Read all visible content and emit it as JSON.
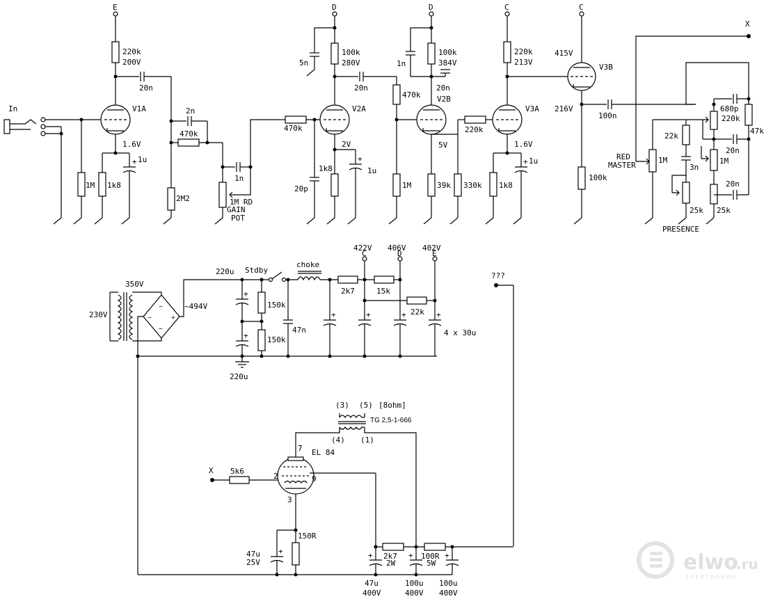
{
  "supply_nodes": {
    "e": "E",
    "d": "D",
    "c": "C",
    "x": "X"
  },
  "preamp": {
    "v1a": {
      "tube": "V1A",
      "plate_res": "220k",
      "plate_v": "200V",
      "coupling": "20n",
      "cathode_v": "1.6V",
      "grid_res": "1M",
      "cathode_res": "1k8",
      "cathode_cap": "1u"
    },
    "input": {
      "label": "In"
    },
    "tone_net": {
      "cap": "2n",
      "res": "470k",
      "res2": "2M2",
      "cap2": "1n",
      "pot": "1M RD",
      "pot_label1": "GAIN",
      "pot_label2": "POT"
    },
    "v2a": {
      "tube": "V2A",
      "grid_res": "470k",
      "plate_res": "100k",
      "plate_v": "280V",
      "supply_cap": "5n",
      "coupling": "20n",
      "cathode_v": "2V",
      "cathode_res": "1k8",
      "cathode_cap": "1u",
      "grid_cap": "20p"
    },
    "v2b": {
      "tube": "V2B",
      "plate_res": "100k",
      "plate_v": "384V",
      "bright_cap": "1n",
      "grid_res": "470k",
      "grid_leak": "1M",
      "plate_cap": "20n",
      "cathode_v": "5V",
      "cathode_res": "39k",
      "coupling_res": "220k",
      "res_330k": "330k"
    },
    "v3a": {
      "tube": "V3A",
      "plate_res": "220k",
      "plate_v": "213V",
      "cathode_v": "1.6V",
      "cathode_res": "1k8",
      "cathode_cap": "1u"
    },
    "v3b": {
      "tube": "V3B",
      "plate_v": "415V",
      "cathode_v": "216V",
      "coupling": "100n",
      "cathode_res": "100k"
    },
    "tone_stack": {
      "red": "RED",
      "master": "MASTER",
      "master_pot": "1M",
      "r22k": "22k",
      "c3n": "3n",
      "c680p": "680p",
      "r220k": "220k",
      "r47k": "47k",
      "c20n_a": "20n",
      "pot_1m": "1M",
      "c20n_b": "20n",
      "pot_25k_a": "25k",
      "pot_25k_b": "25k",
      "presence": "PRESENCE"
    }
  },
  "psu": {
    "primary": "230V",
    "secondary": "350V",
    "rect_out": "~494V",
    "cap_top": "220u",
    "cap_bottom": "220u",
    "stdby": "Stdby",
    "choke": "choke",
    "r150k_a": "150k",
    "r150k_b": "150k",
    "c47n": "47n",
    "r2k7": "2k7",
    "r15k": "15k",
    "r22k": "22k",
    "caps": "4 x 30u",
    "v422": "422V",
    "v406": "406V",
    "v402": "402V",
    "node_c": "C",
    "node_d": "D",
    "node_e": "E",
    "unknown": "???"
  },
  "power_amp": {
    "ot_pin3": "(3)",
    "ot_pin5": "(5)",
    "ot_imp": "[8ohm]",
    "ot_name": "TG 2,5-1-666",
    "ot_pin4": "(4)",
    "ot_pin1": "(1)",
    "tube": "EL 84",
    "pin7": "7",
    "pin2": "2",
    "pin9": "9",
    "pin3": "3",
    "x": "X",
    "grid_res": "5k6",
    "cathode_res": "150R",
    "cathode_cap": "47u",
    "cathode_cap_v": "25V",
    "r2k7": "2k7",
    "r2k7_w": "2W",
    "r100r": "100R",
    "r100r_w": "5W",
    "c47u": "47u",
    "c47u_v": "400V",
    "c100u_a": "100u",
    "c100u_a_v": "400V",
    "c100u_b": "100u",
    "c100u_b_v": "400V"
  },
  "watermark": {
    "brand": "elwo",
    "suffix": ".ru",
    "sub": "ЭЛЕКТРОНИК"
  }
}
